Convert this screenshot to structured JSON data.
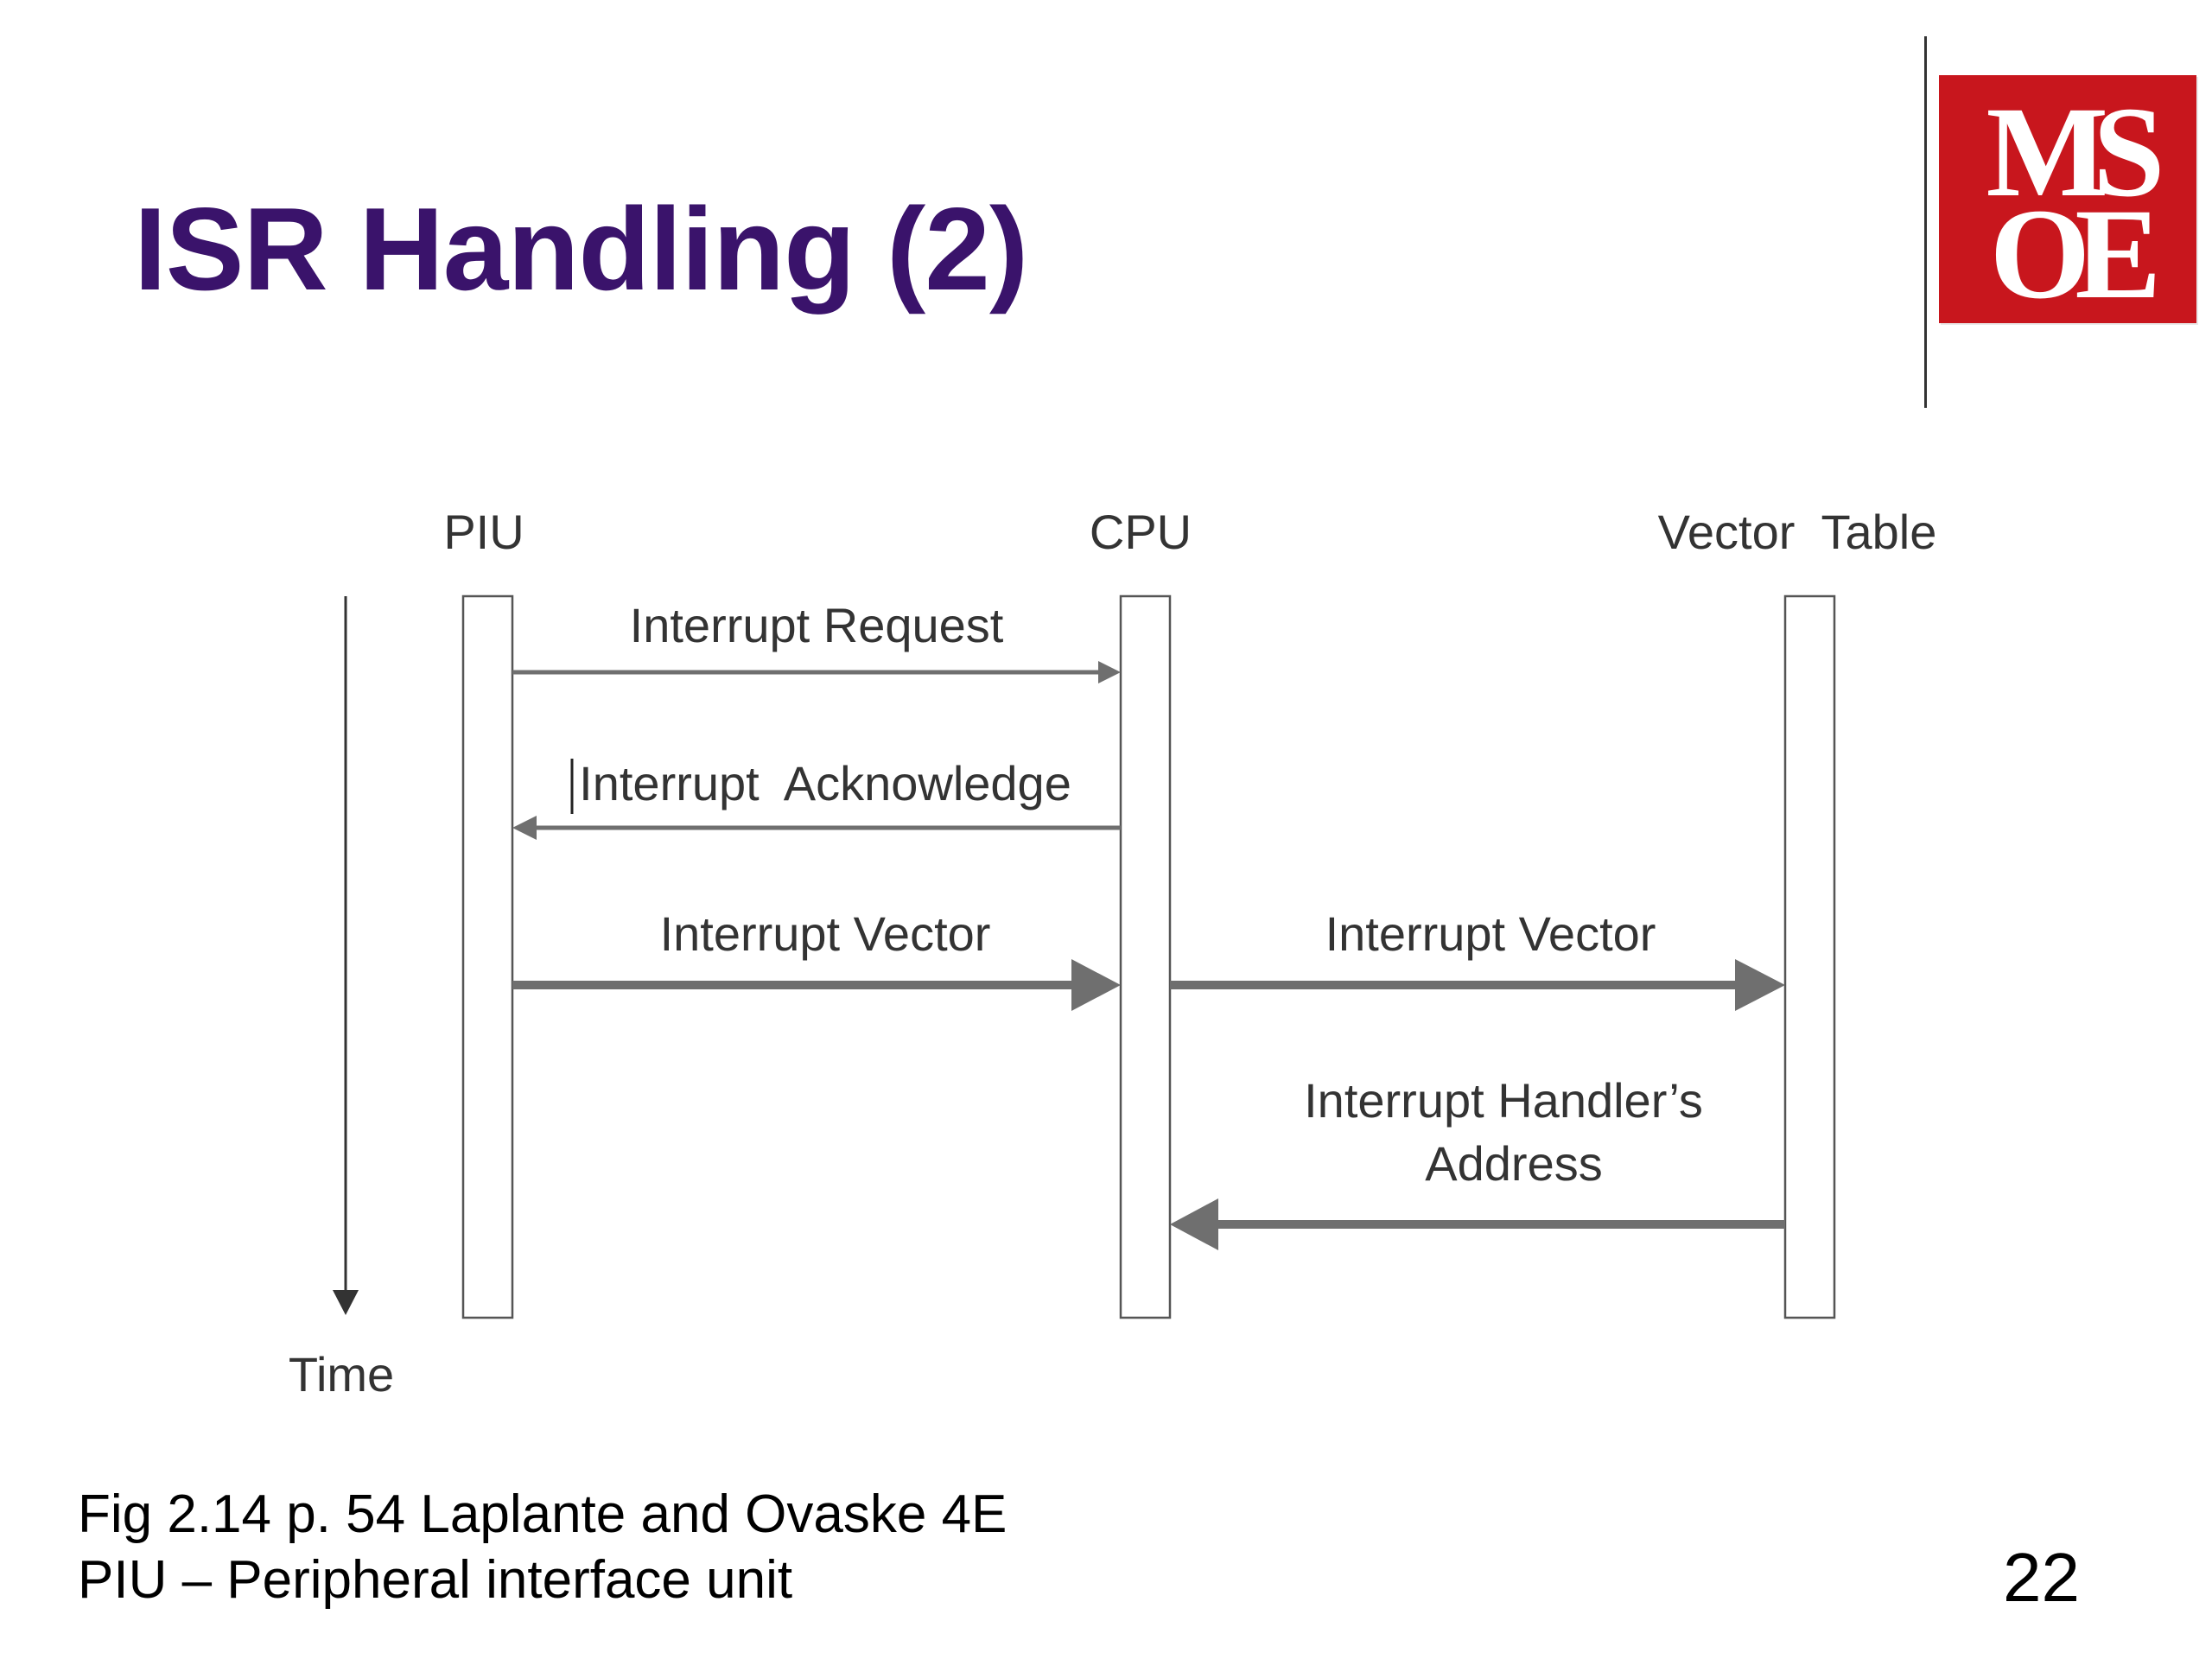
{
  "slide": {
    "title": "ISR Handling (2)",
    "page_number": "22",
    "footer_lines": [
      "Fig 2.14 p. 54 Laplante and Ovaske 4E",
      "PIU – Peripheral interface unit"
    ]
  },
  "logo": {
    "line1": "MS",
    "line2": "OE",
    "color": "#c8161d"
  },
  "diagram": {
    "time_label": "Time",
    "lifelines": [
      {
        "id": "piu",
        "label": "PIU"
      },
      {
        "id": "cpu",
        "label": "CPU"
      },
      {
        "id": "vector-table",
        "label": "Vector  Table"
      }
    ],
    "messages": [
      {
        "id": "interrupt-request",
        "from": "piu",
        "to": "cpu",
        "lines": [
          "Interrupt Request"
        ],
        "weight": "thin"
      },
      {
        "id": "interrupt-acknowledge",
        "from": "cpu",
        "to": "piu",
        "lines": [
          "Interrupt  Acknowledge"
        ],
        "weight": "thin"
      },
      {
        "id": "interrupt-vector-piu-cpu",
        "from": "piu",
        "to": "cpu",
        "lines": [
          "Interrupt Vector"
        ],
        "weight": "thick"
      },
      {
        "id": "interrupt-vector-cpu-table",
        "from": "cpu",
        "to": "vector-table",
        "lines": [
          "Interrupt Vector"
        ],
        "weight": "thick"
      },
      {
        "id": "handler-address",
        "from": "vector-table",
        "to": "cpu",
        "lines": [
          "Interrupt Handler’s",
          "Address"
        ],
        "weight": "thick"
      }
    ]
  }
}
